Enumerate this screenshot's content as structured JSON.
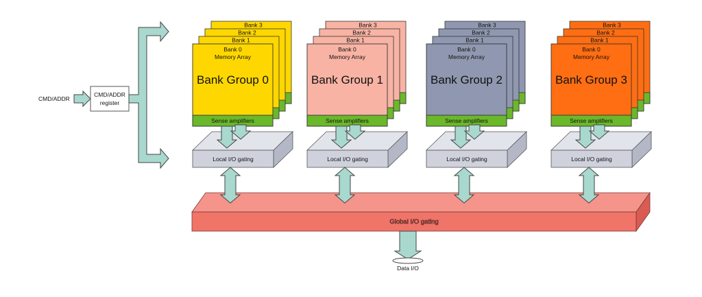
{
  "cmd": {
    "input_label": "CMD/ADDR",
    "register_line1": "CMD/ADDR",
    "register_line2": "register"
  },
  "bank_groups": [
    {
      "title": "Bank Group 0",
      "color": "#FFD700",
      "back_color": "#FFD700"
    },
    {
      "title": "Bank Group 1",
      "color": "#F8B3A4",
      "back_color": "#F8B3A4"
    },
    {
      "title": "Bank Group 2",
      "color": "#8F98B0",
      "back_color": "#8F98B0"
    },
    {
      "title": "Bank Group 3",
      "color": "#FF6E12",
      "back_color": "#FF6E12"
    }
  ],
  "bank_labels": [
    "Bank 0",
    "Bank 1",
    "Bank 2",
    "Bank 3"
  ],
  "memory_array_label": "Memory Array",
  "sense_amp_label": "Sense amplifiers",
  "local_io_label": "Local I/O gating",
  "global_io_label": "Global I/O gating",
  "data_io_label": "Data I/O",
  "colors": {
    "arrow": "#A8D8CE",
    "arrow_stroke": "#444444",
    "sense_amp": "#6BB82B",
    "local_io_front": "#CFD2DD",
    "local_io_top": "#E2E4EB",
    "local_io_side": "#B4B8C6",
    "global_front": "#F07468",
    "global_top": "#F4948A",
    "global_side": "#D85C52"
  }
}
